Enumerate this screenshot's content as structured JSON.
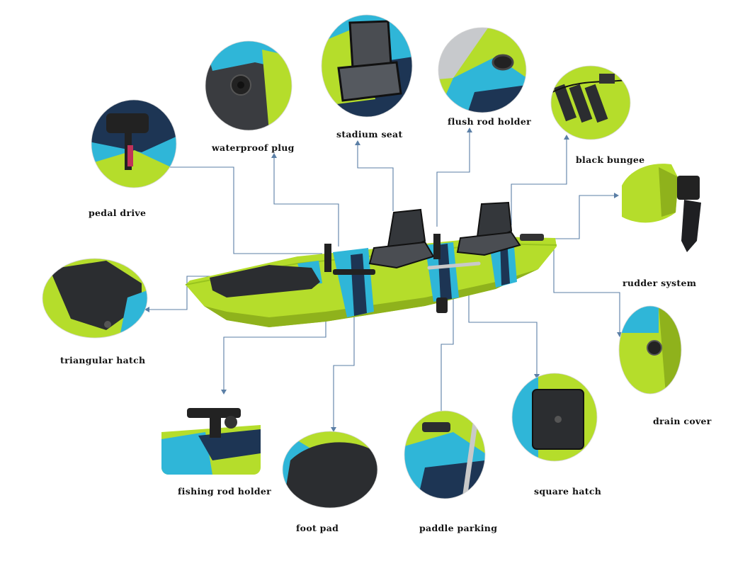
{
  "labels": {
    "pedal_drive": "pedal drive",
    "waterproof_plug": "waterproof plug",
    "stadium_seat": "stadium seat",
    "flush_rod_holder": "flush rod holder",
    "black_bungee": "black bungee",
    "rudder_system": "rudder system",
    "triangular_hatch": "triangular hatch",
    "drain_cover": "drain cover",
    "fishing_rod_holder": "fishing rod holder",
    "foot_pad": "foot pad",
    "paddle_parking": "paddle parking",
    "square_hatch": "square hatch"
  },
  "colors": {
    "lime": "#b5dd2b",
    "lime_dark": "#8fb21c",
    "cyan": "#2fb6d8",
    "navy": "#1d3554",
    "deck_black": "#2b2d30",
    "connector": "#5b7fa6"
  }
}
